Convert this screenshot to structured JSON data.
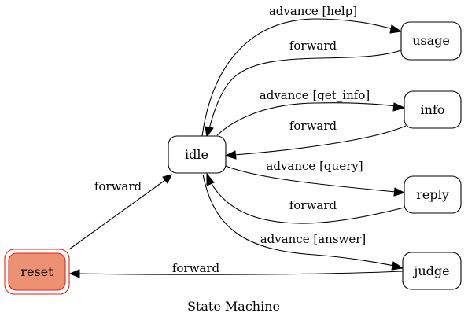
{
  "diagram": {
    "caption": "State Machine",
    "nodes": {
      "idle": "idle",
      "usage": "usage",
      "info": "info",
      "reply": "reply",
      "judge": "judge",
      "reset": "reset"
    },
    "edges": {
      "idle_usage": "advance [help]",
      "usage_idle": "forward",
      "idle_info": "advance [get_info]",
      "info_idle": "forward",
      "idle_reply": "advance [query]",
      "reply_idle": "forward",
      "idle_judge": "advance [answer]",
      "judge_reset": "forward",
      "reset_idle": "forward"
    },
    "colors": {
      "reset_fill": "#ec9273",
      "reset_border": "#e8201a",
      "node_border": "#000000"
    }
  }
}
